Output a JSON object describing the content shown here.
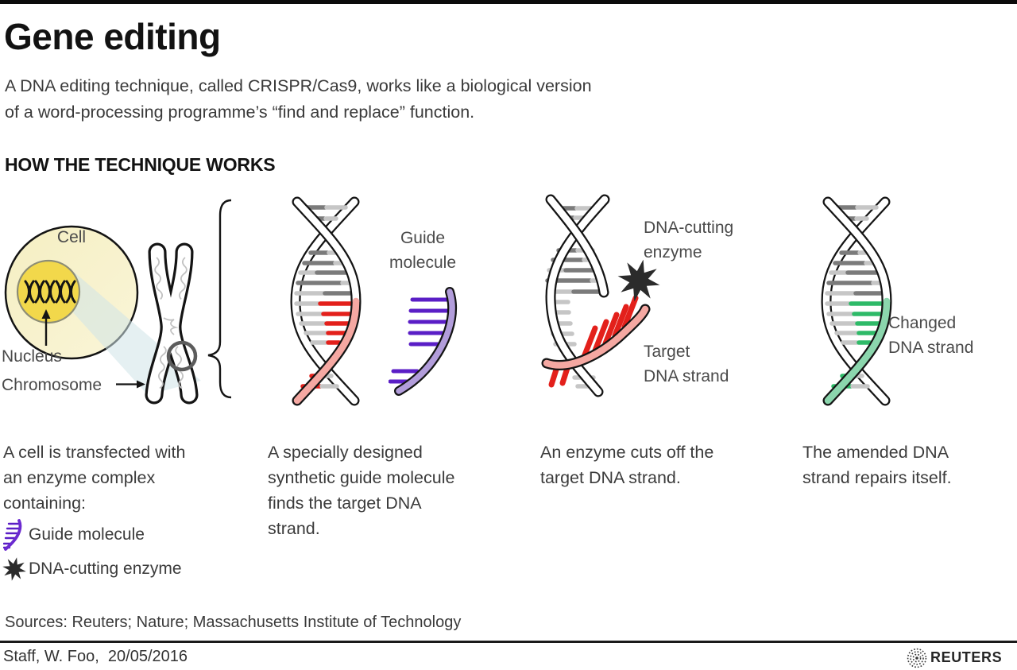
{
  "header": {
    "title": "Gene editing",
    "subtitle": "A DNA editing technique, called CRISPR/Cas9, works like a biological version\nof a word-processing programme’s “find and replace” function.",
    "section_heading": "HOW THE TECHNIQUE WORKS"
  },
  "diagram": {
    "cell": {
      "cell_label": "Cell",
      "nucleus_label": "Nucleus",
      "chromosome_label": "Chromosome"
    },
    "guide": {
      "label": "Guide\nmolecule"
    },
    "cut": {
      "enzyme_label": "DNA-cutting\nenzyme",
      "target_label": "Target\nDNA strand"
    },
    "changed": {
      "label": "Changed\nDNA strand"
    }
  },
  "captions": {
    "step1": "A cell is transfected with\nan enzyme complex\ncontaining:",
    "step2": "A specially designed\nsynthetic guide molecule\nfinds the target DNA\nstrand.",
    "step3": "An enzyme cuts off the\ntarget DNA strand.",
    "step4": "The amended DNA\nstrand repairs itself."
  },
  "legend": {
    "guide_icon": "guide-molecule-icon",
    "guide_label": "Guide molecule",
    "enzyme_icon": "starburst-icon",
    "enzyme_label": "DNA-cutting enzyme"
  },
  "footer": {
    "sources": "Sources: Reuters; Nature; Massachusetts Institute of Technology",
    "byline": "Staff, W. Foo,  20/05/2016",
    "brand": "REUTERS"
  },
  "colors": {
    "ink": "#141414",
    "accent_red": "#e3201b",
    "accent_pink": "#f5a8a2",
    "accent_purple": "#5a1ec6",
    "accent_purple_light": "#b29ddb",
    "accent_green": "#2eba68",
    "accent_green_light": "#8bd6ad",
    "cell_yellow": "#f7f2c9",
    "nucleus_yellow": "#f2d84b",
    "rung_dark": "#7b7b7b",
    "rung_light": "#c6c6c6",
    "beam_blue": "#dfe9ec"
  }
}
